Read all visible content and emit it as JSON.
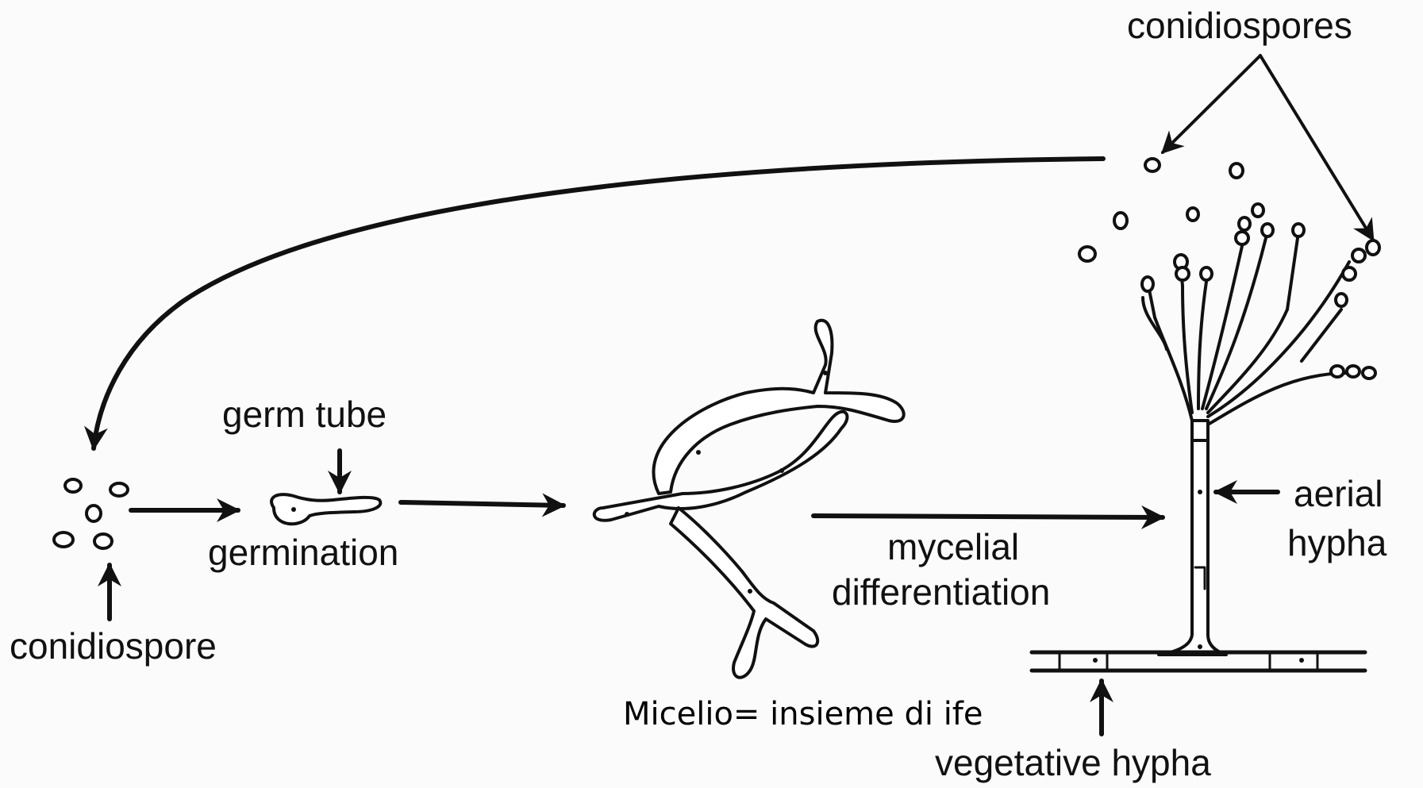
{
  "labels": {
    "conidiospores": "conidiospores",
    "germ_tube": "germ tube",
    "germination": "germination",
    "conidiospore": "conidiospore",
    "mycelial_line1": "mycelial",
    "mycelial_line2": "differentiation",
    "aerial_line1": "aerial",
    "aerial_line2": "hypha",
    "vegetative_hypha": "vegetative hypha",
    "micelio_note": "Micelio= insieme di ife"
  },
  "colors": {
    "ink": "#111111",
    "background": "#fbfbfb"
  }
}
